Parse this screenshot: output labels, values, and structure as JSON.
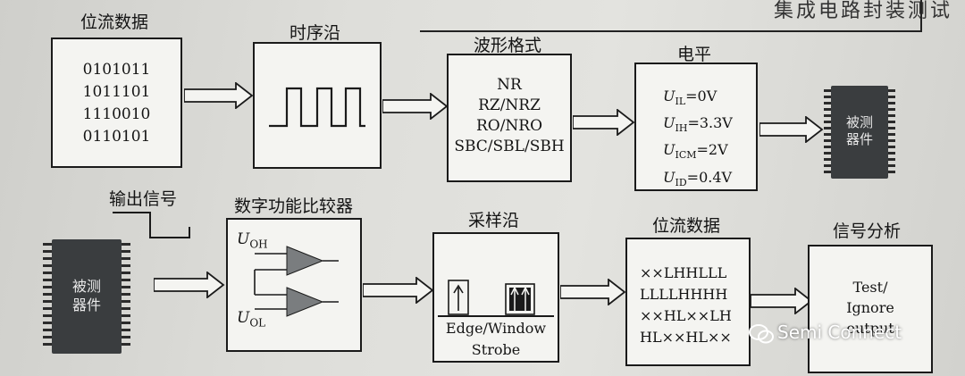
{
  "header": {
    "fragment": "集成电路封装测试"
  },
  "top_row": {
    "bitstream": {
      "title": "位流数据",
      "lines": [
        "0101011",
        "1011101",
        "1110010",
        "0110101"
      ]
    },
    "timing_edge": {
      "title": "时序沿"
    },
    "waveform_format": {
      "title": "波形格式",
      "lines": [
        "NR",
        "RZ/NRZ",
        "RO/NRO",
        "SBC/SBL/SBH"
      ]
    },
    "levels": {
      "title": "电平",
      "lines": [
        "U_IL=0V",
        "U_IH=3.3V",
        "U_ICM=2V",
        "U_ID=0.4V"
      ]
    },
    "dut": {
      "label_line1": "被测",
      "label_line2": "器件"
    }
  },
  "bottom_row": {
    "output_signal": {
      "title": "输出信号"
    },
    "dut": {
      "label_line1": "被测",
      "label_line2": "器件"
    },
    "comparator": {
      "title": "数字功能比较器",
      "uoh": "U",
      "uoh_sub": "OH",
      "uol": "U",
      "uol_sub": "OL"
    },
    "strobe": {
      "title": "采样沿",
      "line1": "Edge/Window",
      "line2": "Strobe"
    },
    "bitstream": {
      "title": "位流数据",
      "lines": [
        "××LHHLLL",
        "LLLLHHHH",
        "××HL××LH",
        "HL××HL××"
      ]
    },
    "analysis": {
      "title": "信号分析",
      "lines": [
        "Test/",
        "Ignore",
        "output"
      ]
    }
  },
  "watermark": {
    "text": "Semi Connect",
    "icon": "wechat-icon"
  },
  "colors": {
    "box_border": "#1a1a1a",
    "triangle_fill": "#7a7d7f",
    "chip_body": "#3a3d3f"
  }
}
